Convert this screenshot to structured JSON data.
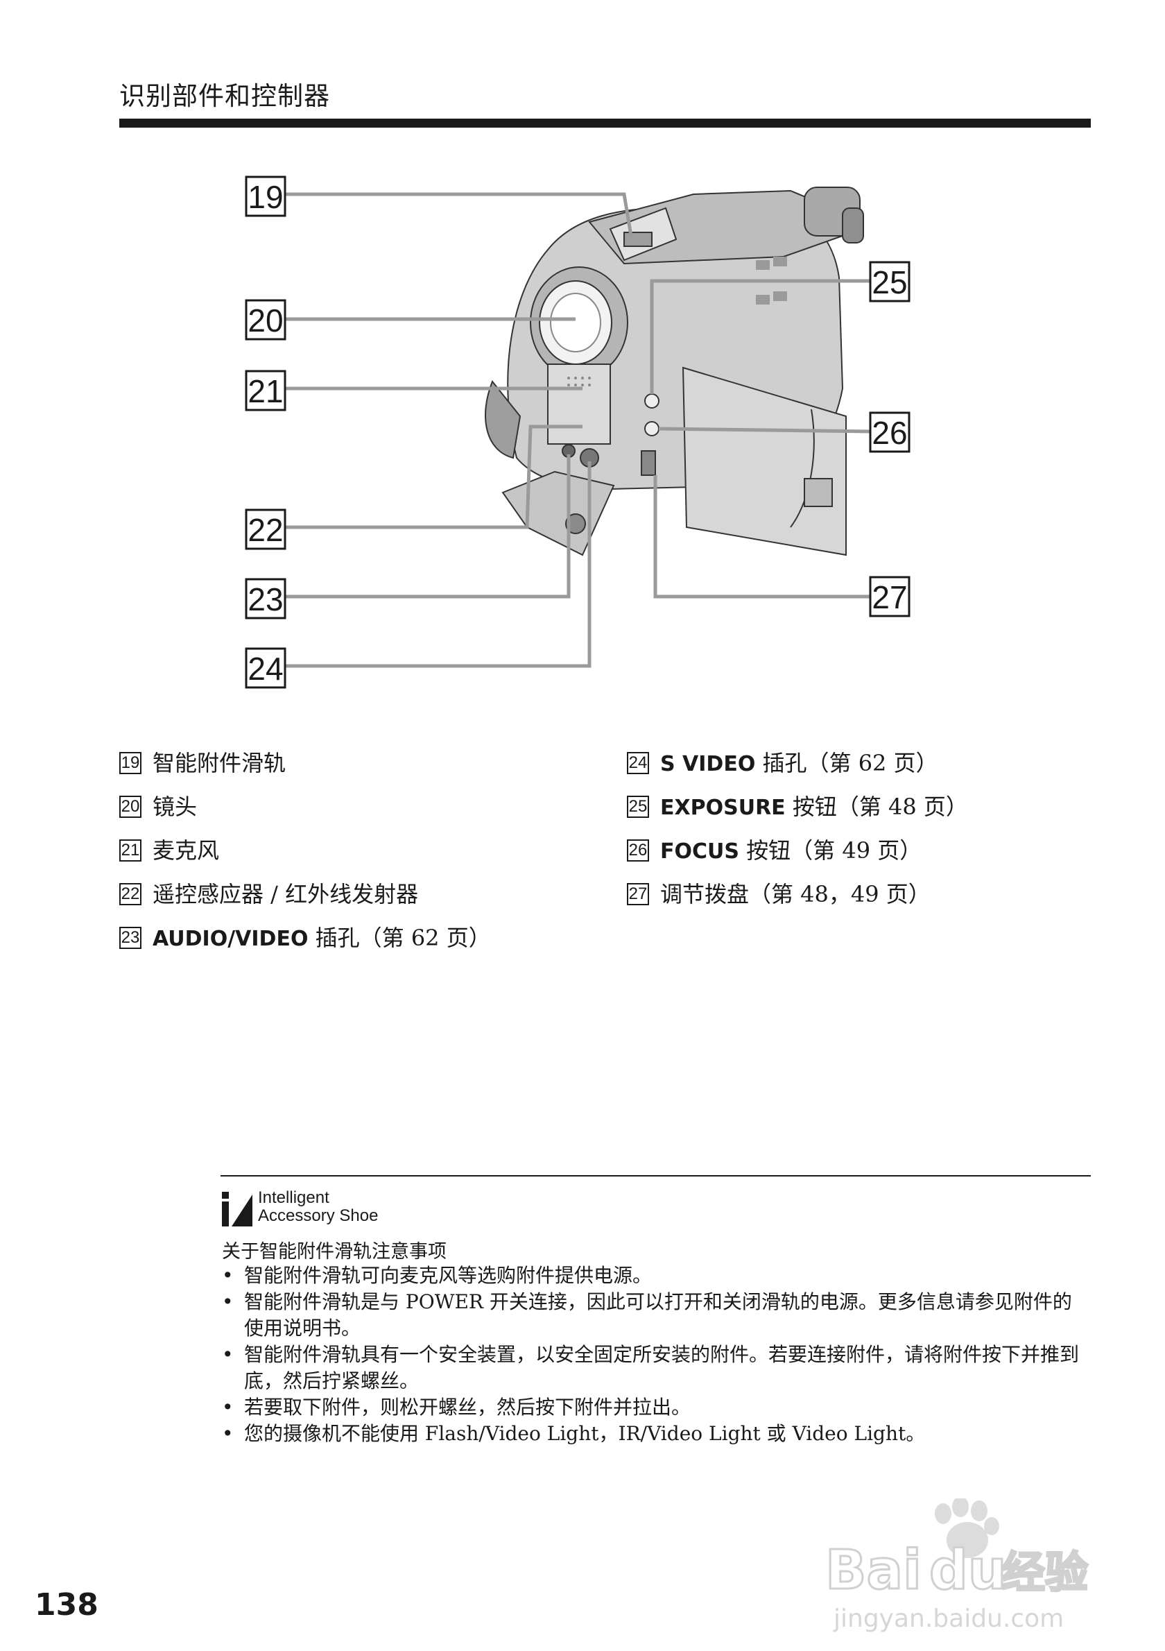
{
  "header": {
    "title": "识别部件和控制器"
  },
  "figure": {
    "callouts": [
      "19",
      "20",
      "21",
      "22",
      "23",
      "24",
      "25",
      "26",
      "27"
    ]
  },
  "legend": {
    "left": [
      {
        "num": "19",
        "bold": "",
        "text": "智能附件滑轨"
      },
      {
        "num": "20",
        "bold": "",
        "text": "镜头"
      },
      {
        "num": "21",
        "bold": "",
        "text": "麦克风"
      },
      {
        "num": "22",
        "bold": "",
        "text": "遥控感应器 / 红外线发射器"
      },
      {
        "num": "23",
        "bold": "AUDIO/VIDEO",
        "text": " 插孔（第 62 页）"
      }
    ],
    "right": [
      {
        "num": "24",
        "bold": "S VIDEO",
        "text": " 插孔（第 62 页）"
      },
      {
        "num": "25",
        "bold": "EXPOSURE",
        "text": " 按钮（第 48 页）"
      },
      {
        "num": "26",
        "bold": "FOCUS",
        "text": " 按钮（第 49 页）"
      },
      {
        "num": "27",
        "bold": "",
        "text": "调节拨盘（第 48，49 页）"
      }
    ]
  },
  "note": {
    "logo_line1": "Intelligent",
    "logo_line2": "Accessory Shoe",
    "heading": "关于智能附件滑轨注意事项",
    "bullets": [
      "智能附件滑轨可向麦克风等选购附件提供电源。",
      "智能附件滑轨是与 POWER 开关连接，因此可以打开和关闭滑轨的电源。更多信息请参见附件的使用说明书。",
      "智能附件滑轨具有一个安全装置，以安全固定所安装的附件。若要连接附件，请将附件按下并推到底，然后拧紧螺丝。",
      "若要取下附件，则松开螺丝，然后按下附件并拉出。",
      "您的摄像机不能使用 Flash/Video Light，IR/Video Light 或 Video Light。"
    ]
  },
  "page_number": "138",
  "watermark": {
    "brand": "Bai",
    "brand2": "du",
    "brand_cn": "经验",
    "url": "jingyan.baidu.com"
  }
}
